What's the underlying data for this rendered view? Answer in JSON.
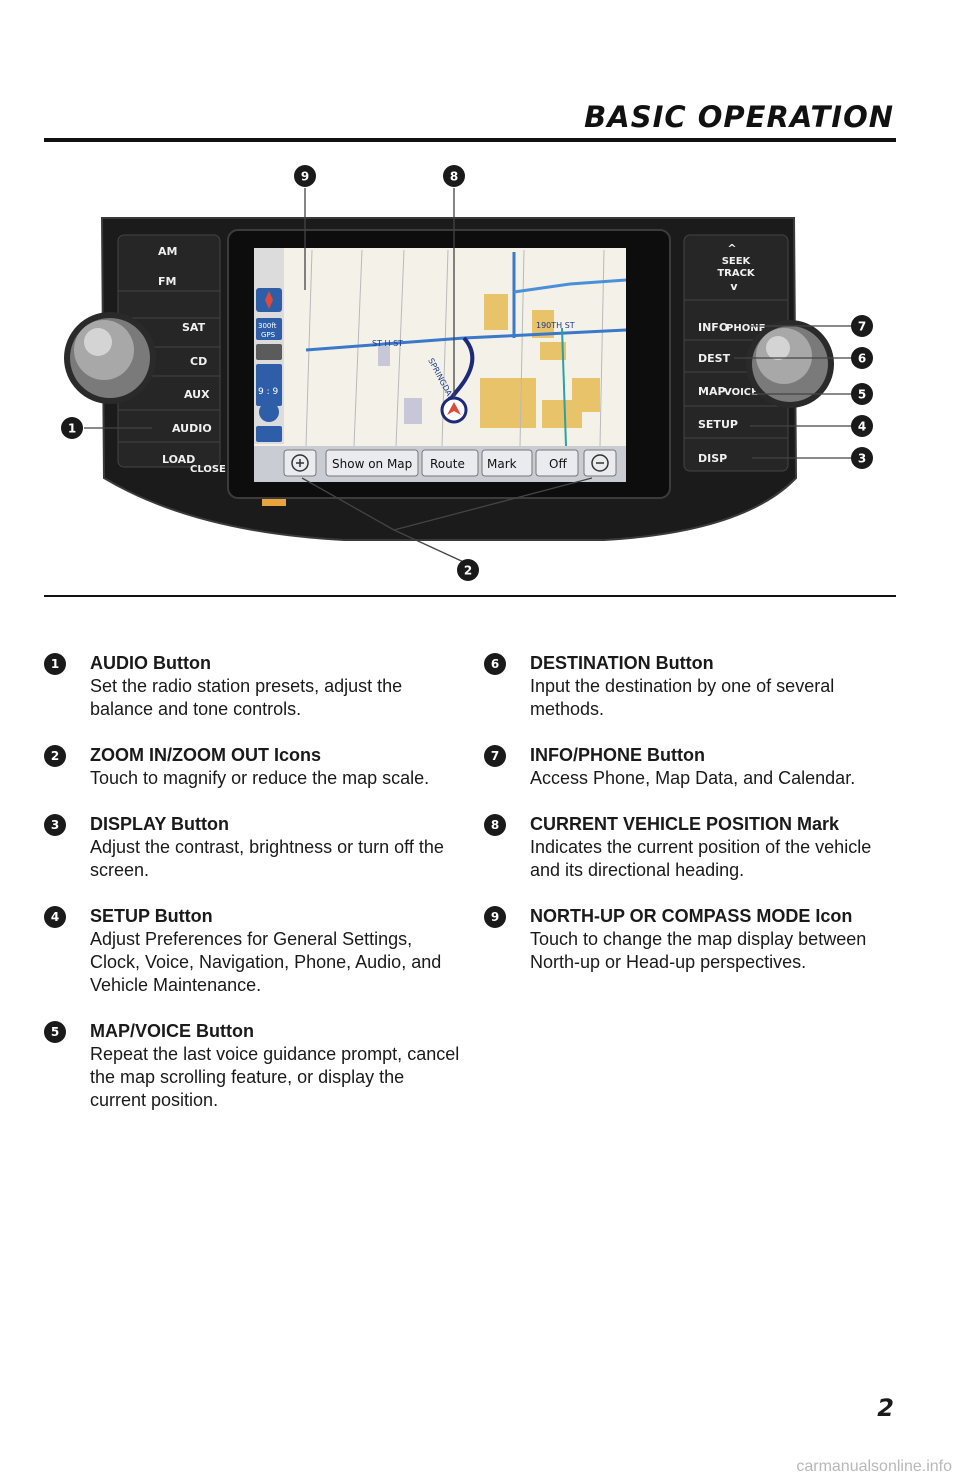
{
  "header": {
    "title": "BASIC OPERATION"
  },
  "figure": {
    "left_buttons": [
      "AM",
      "FM",
      "SAT",
      "CD",
      "AUX",
      "AUDIO",
      "LOAD"
    ],
    "load_sub": "CLOSE",
    "right_buttons": [
      "SEEK",
      "TRACK",
      "INFO",
      "DEST",
      "MAP",
      "SETUP",
      "DISP"
    ],
    "info_sub": "PHONE",
    "map_sub": "VOICE",
    "map_screen": {
      "scale_top": "300ft",
      "scale_bottom": "GPS",
      "bottom_buttons": [
        "Show on Map",
        "Route",
        "Mark",
        "Off"
      ],
      "street_labels": [
        "ST H ST",
        "190TH ST",
        "SPRINGDALE"
      ],
      "clock": "9 : 9"
    },
    "callouts": [
      "1",
      "2",
      "3",
      "4",
      "5",
      "6",
      "7",
      "8",
      "9"
    ]
  },
  "items_left": [
    {
      "num": "1",
      "title": "AUDIO Button",
      "desc": "Set the radio station presets, adjust the balance and tone controls."
    },
    {
      "num": "2",
      "title": "ZOOM IN/ZOOM OUT Icons",
      "desc": "Touch to magnify or reduce the map scale."
    },
    {
      "num": "3",
      "title": "DISPLAY Button",
      "desc": "Adjust the contrast, brightness or turn off the screen."
    },
    {
      "num": "4",
      "title": "SETUP Button",
      "desc": "Adjust Preferences for General Settings, Clock, Voice, Navigation, Phone, Audio, and Vehicle Maintenance."
    },
    {
      "num": "5",
      "title": "MAP/VOICE Button",
      "desc": "Repeat the last voice guidance prompt, cancel the map scrolling feature, or display the current position."
    }
  ],
  "items_right": [
    {
      "num": "6",
      "title": "DESTINATION Button",
      "desc": "Input the destination by one of several methods."
    },
    {
      "num": "7",
      "title": "INFO/PHONE Button",
      "desc": "Access Phone, Map Data, and Calendar."
    },
    {
      "num": "8",
      "title": "CURRENT VEHICLE POSITION Mark",
      "desc": "Indicates the current position of the vehicle and its directional heading."
    },
    {
      "num": "9",
      "title": "NORTH-UP OR COMPASS MODE Icon",
      "desc": "Touch to change the map display between North-up or Head-up perspectives."
    }
  ],
  "footer": {
    "page_number": "2",
    "watermark": "carmanualsonline.info"
  }
}
